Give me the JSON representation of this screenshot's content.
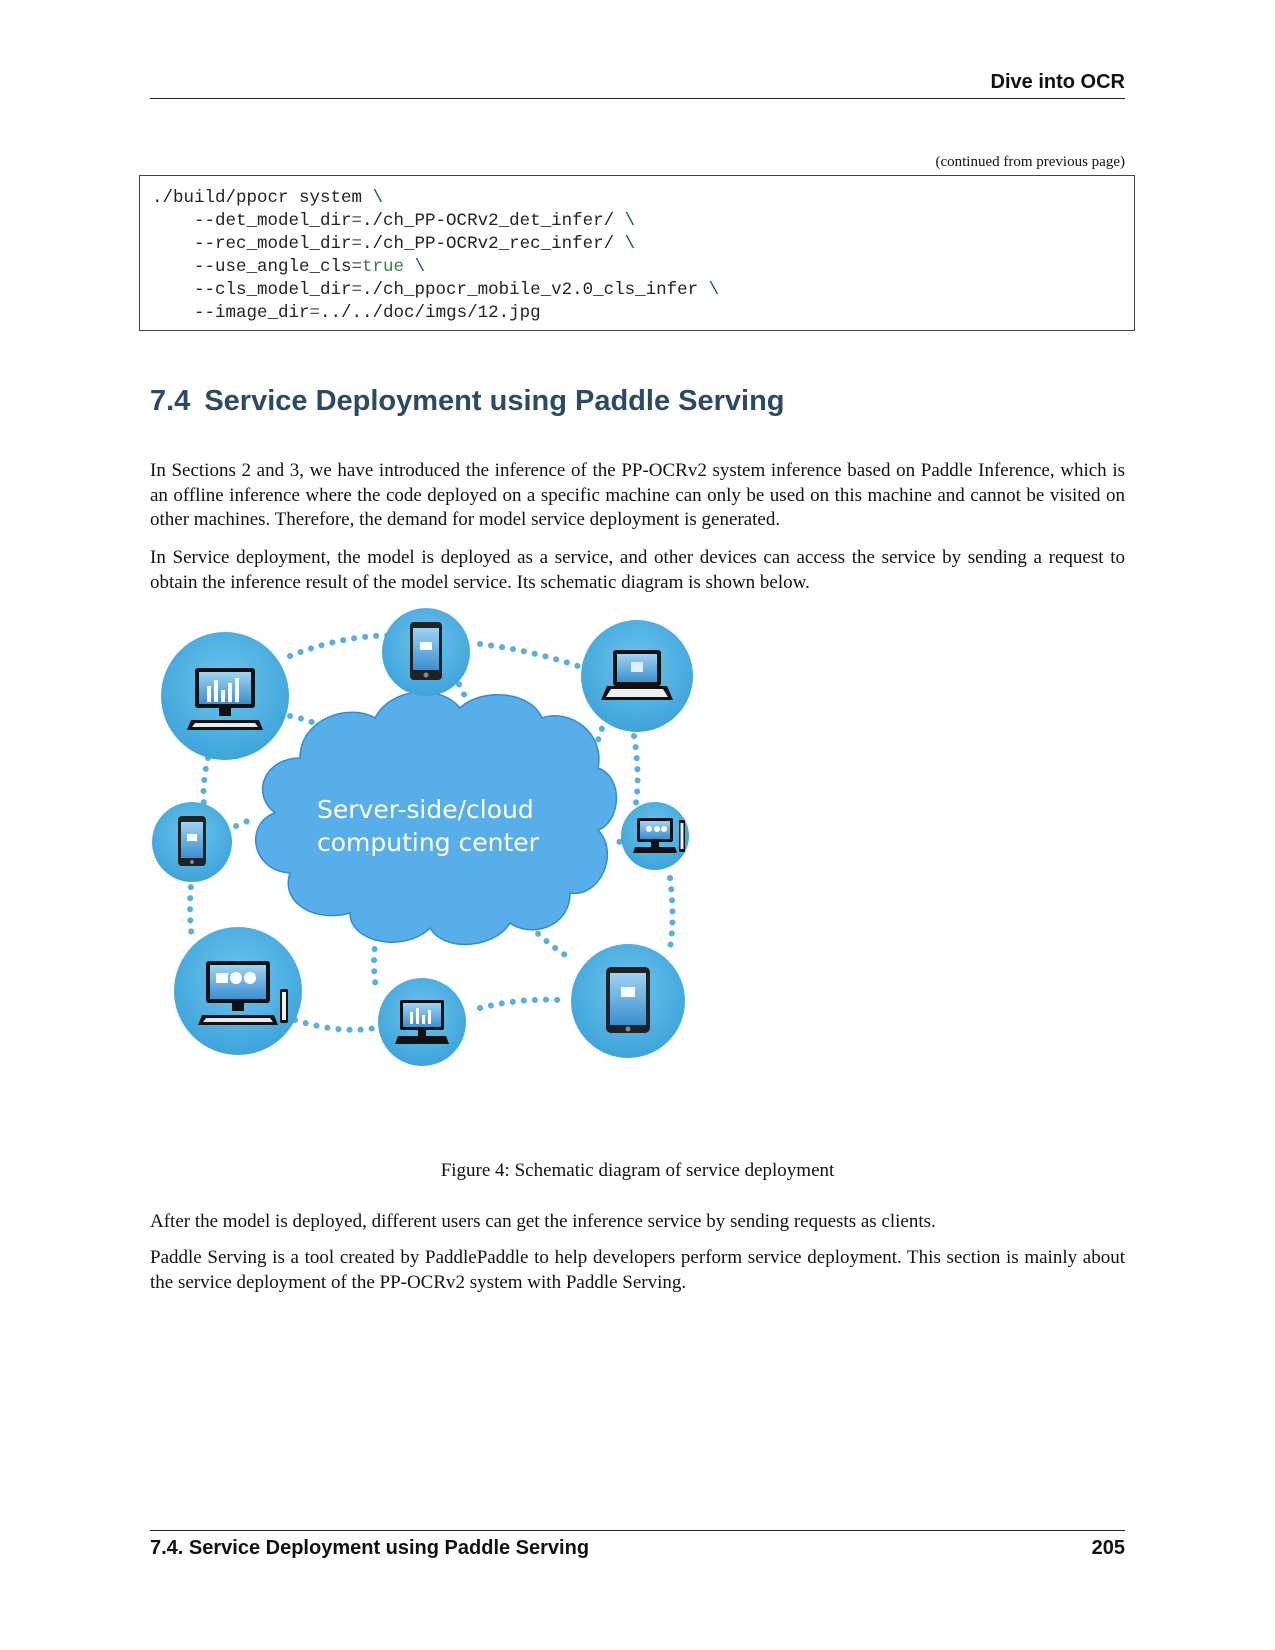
{
  "header": {
    "running_title": "Dive into OCR"
  },
  "continued_note": "(continued from previous page)",
  "code": {
    "line1": "./build/ppocr system",
    "line2_key": "--det_model_dir",
    "line2_val": "./ch_PP-OCRv2_det_infer/",
    "line3_key": "--rec_model_dir",
    "line3_val": "./ch_PP-OCRv2_rec_infer/",
    "line4_key": "--use_angle_cls",
    "line4_val": "true",
    "line5_key": "--cls_model_dir",
    "line5_val": "./ch_ppocr_mobile_v2.0_cls_infer",
    "line6_key": "--image_dir",
    "line6_val": "../../doc/imgs/12.jpg",
    "continuation": "\\",
    "equals": "="
  },
  "section": {
    "number": "7.4",
    "title": "Service Deployment using Paddle Serving"
  },
  "paragraphs": {
    "p1": "In Sections 2 and 3, we have introduced the inference of the PP-OCRv2 system inference based on Paddle Inference, which is an offline inference where the code deployed on a specific machine can only be used on this machine and cannot be visited on other machines. Therefore, the demand for model service deployment is generated.",
    "p2": "In Service deployment, the model is deployed as a service, and other devices can access the service by sending a request to obtain the inference result of the model service. Its schematic diagram is shown below.",
    "p3": "After the model is deployed, different users can get the inference service by sending requests as clients.",
    "p4": "Paddle Serving is a tool created by PaddlePaddle to help developers perform service deployment. This section is mainly about the service deployment of the PP-OCRv2 system with Paddle Serving."
  },
  "figure": {
    "cloud_line1": "Server-side/cloud",
    "cloud_line2": "computing center",
    "caption": "Figure 4: Schematic diagram of service deployment",
    "colors": {
      "node": "#4aaee0",
      "cloud": "#5aaee8",
      "dots": "#5aaee0"
    }
  },
  "footer": {
    "section_ref": "7.4. Service Deployment using Paddle Serving",
    "page_number": "205"
  }
}
